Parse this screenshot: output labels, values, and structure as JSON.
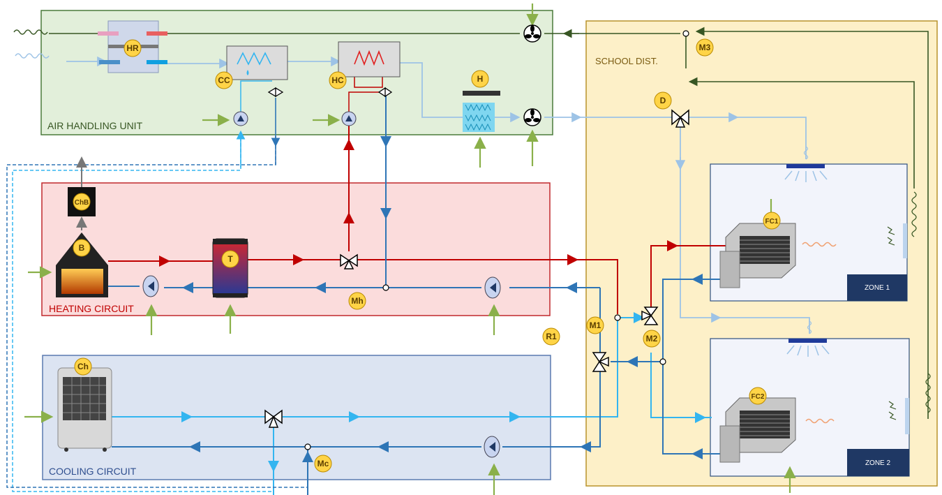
{
  "regions": {
    "ahu": "AIR HANDLING UNIT",
    "heating": "HEATING CIRCUIT",
    "cooling": "COOLING CIRCUIT",
    "school": "SCHOOL DIST.",
    "zone1": "ZONE 1",
    "zone2": "ZONE 2"
  },
  "tags": {
    "hr": "HR",
    "cc": "CC",
    "hc": "HC",
    "h": "H",
    "chb": "ChB",
    "b": "B",
    "t": "T",
    "mh": "Mh",
    "r1": "R1",
    "m1": "M1",
    "m2": "M2",
    "m3": "M3",
    "d": "D",
    "fc1": "FC1",
    "fc2": "FC2",
    "ch": "Ch",
    "mc": "Mc"
  },
  "colors": {
    "ahu_fill": "#e2efda",
    "ahu_border": "#4a7a3a",
    "heating_fill": "#fbdcdc",
    "heating_border": "#c0282d",
    "cooling_fill": "#dce4f2",
    "cooling_border": "#5a7ab0",
    "school_fill": "#fdf0c8",
    "school_border": "#b8922a",
    "zone_fill": "#f2f4fb",
    "zone_border": "#2f4f7f",
    "zone_label_bg": "#1f3864",
    "tag_fill": "#ffd447",
    "tag_border": "#b98a00",
    "hot": "#c00000",
    "cold_dark": "#2e75b6",
    "cold_light": "#33b5f0",
    "air": "#9dc3e6",
    "exhaust": "#375623",
    "green_arrow": "#8ab04a"
  },
  "icons": [
    "fan-icon",
    "pump-icon",
    "three-way-valve-icon",
    "heat-recovery-icon",
    "cooling-coil-icon",
    "heating-coil-icon",
    "humidifier-icon",
    "fireplace-boiler-icon",
    "chimney-icon",
    "storage-tank-icon",
    "chiller-icon",
    "fan-coil-icon",
    "radiator-icon",
    "air-diffuser-icon",
    "junction-node-icon"
  ]
}
